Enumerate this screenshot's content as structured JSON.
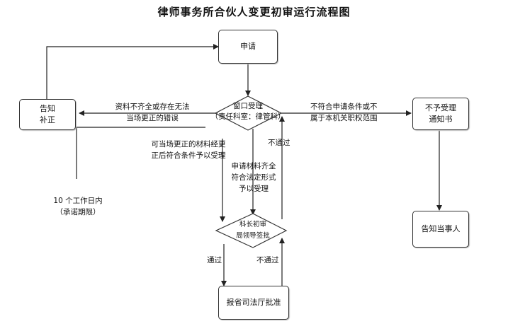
{
  "title": "律师事务所合伙人变更初审运行流程图",
  "nodes": {
    "apply": "申请",
    "notify_fix": [
      "告知",
      "补正"
    ],
    "window": [
      "窗口受理",
      "（责任科室：律管科）"
    ],
    "reject_notice": [
      "不予受理",
      "通知书"
    ],
    "notify_party": "告知当事人",
    "review": [
      "科长初审",
      "局领导签批"
    ],
    "submit": "报省司法厅批准"
  },
  "labels": {
    "incomplete": [
      "资料不齐全或存在无法",
      "当场更正的错误"
    ],
    "not_qualified": [
      "不符合申请条件或不",
      "属于本机关职权范围"
    ],
    "correctable": [
      "可当场更正的材料经更",
      "正后符合条件予以受理"
    ],
    "not_passed": "不通过",
    "complete": [
      "申请材料齐全",
      "符合法定形式",
      "予以受理"
    ],
    "deadline": [
      "10 个工作日内",
      "（承诺期限）"
    ],
    "passed": "通过"
  }
}
